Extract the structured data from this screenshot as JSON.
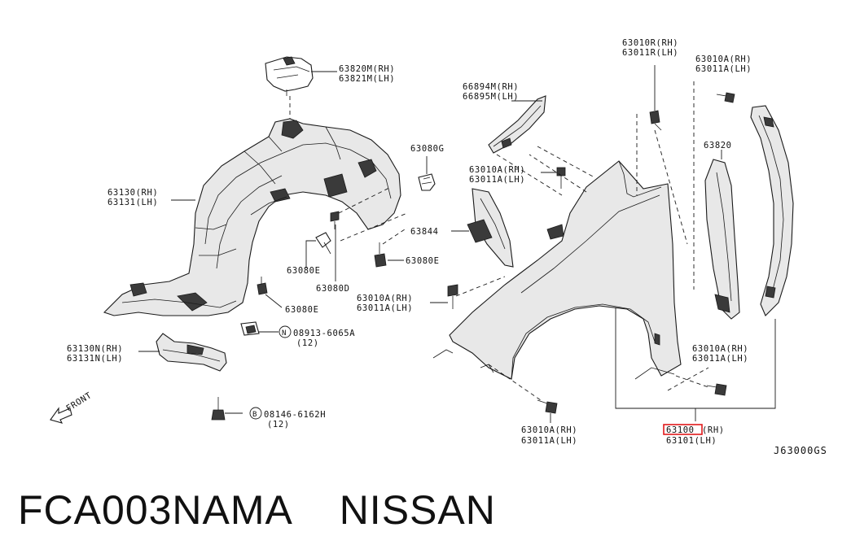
{
  "labels": {
    "p63820M": "63820M(RH)",
    "p63821M": "63821M(LH)",
    "p63130": "63130(RH)",
    "p63131": "63131(LH)",
    "p63080G": "63080G",
    "p63010A_a": "63010A(RH)",
    "p63011A_a": "63011A(LH)",
    "p63844": "63844",
    "p63080E_a": "63080E",
    "p63080E_b": "63080E",
    "p63080D": "63080D",
    "p63080E_c": "63080E",
    "p63010A_b": "63010A(RH)",
    "p63011A_b": "63011A(LH)",
    "p66894M": "66894M(RH)",
    "p66895M": "66895M(LH)",
    "p63010R": "63010R(RH)",
    "p63011R": "63011R(LH)",
    "p63010A_c": "63010A(RH)",
    "p63011A_c": "63011A(LH)",
    "p63820": "63820",
    "p63010A_d": "63010A(RH)",
    "p63011A_d": "63011A(LH)",
    "p63010A_e": "63010A(RH)",
    "p63011A_e": "63011A(LH)",
    "p63130N": "63130N(RH)",
    "p63131N": "63131N(LH)",
    "nut_symbol": "N",
    "nut_number": "08913-6065A",
    "nut_qty": "(12)",
    "bolt_symbol": "B",
    "bolt_number": "08146-6162H",
    "bolt_qty": "(12)",
    "p63100_code": "63100",
    "p63100_side": "(RH)",
    "p63101": "63101(LH)",
    "front": "FRONT",
    "diagram_code": "J63000GS"
  },
  "highlight_color": "#e0191b",
  "footer": {
    "text": "FCA003NAMA    NISSAN"
  }
}
